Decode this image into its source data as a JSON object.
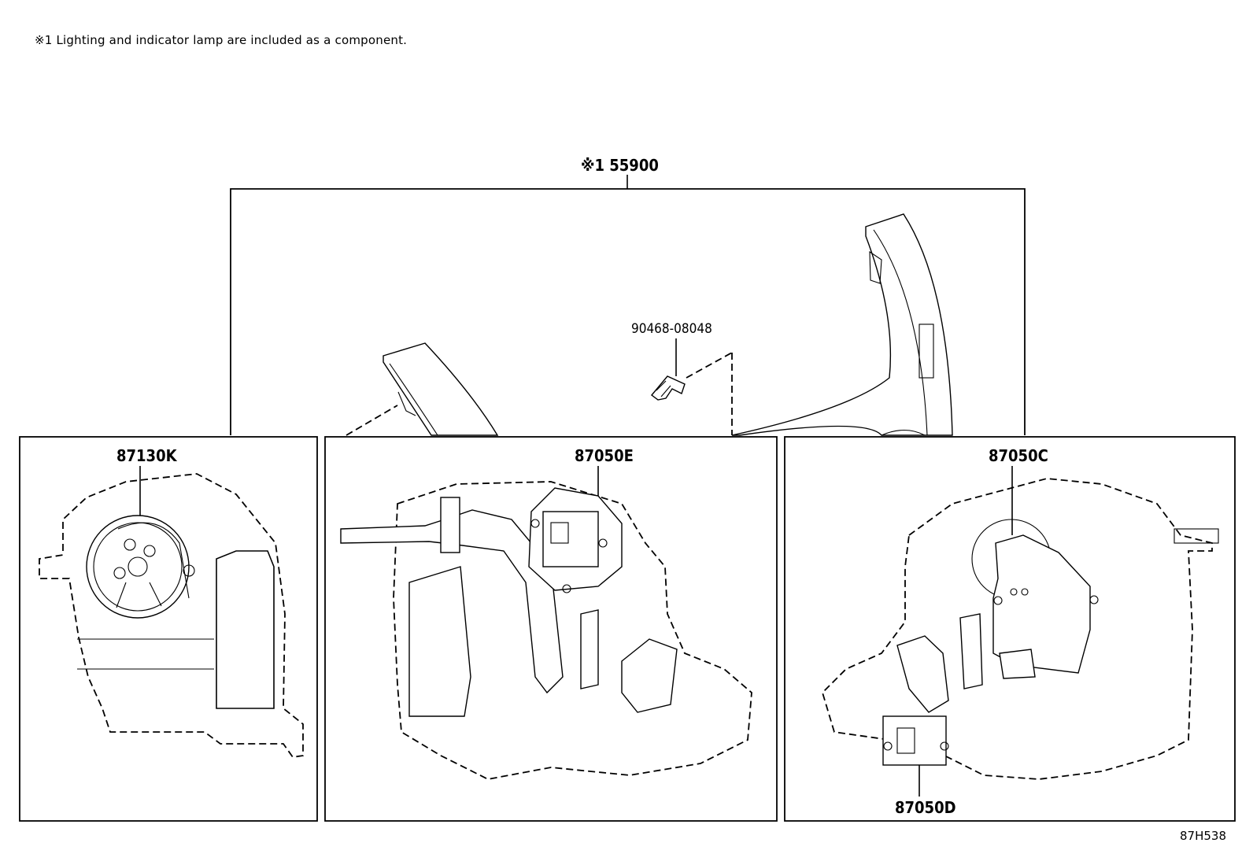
{
  "note": "※1 Lighting and indicator lamp are included as a component.",
  "figure_id": "87H538",
  "callouts": {
    "assembly": "※1 55900",
    "clip": "90468-08048",
    "blower_motor": "87130K",
    "servo_e": "87050E",
    "servo_c": "87050C",
    "servo_d": "87050D"
  }
}
